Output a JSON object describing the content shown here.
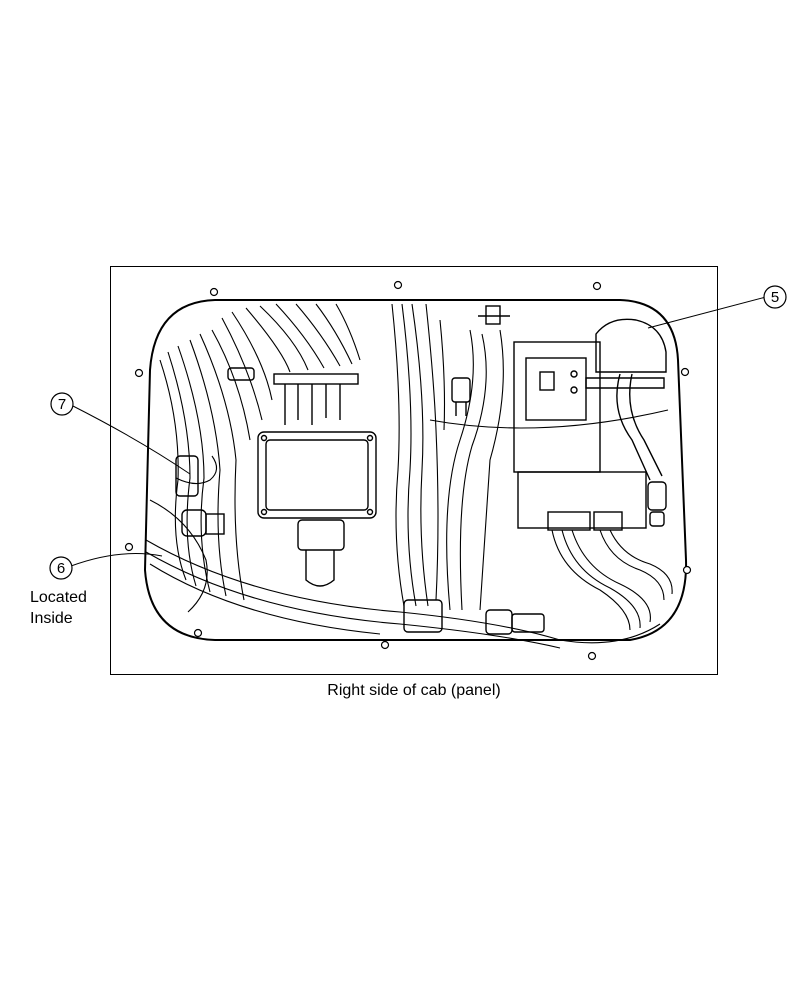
{
  "caption": "Right side of cab (panel)",
  "callouts": [
    {
      "id": "5",
      "label": "5"
    },
    {
      "id": "6",
      "label": "6"
    },
    {
      "id": "7",
      "label": "7"
    }
  ],
  "notes": {
    "callout_6_line1": "Located",
    "callout_6_line2": "Inside"
  },
  "colors": {
    "line": "#000000",
    "background": "#ffffff"
  }
}
